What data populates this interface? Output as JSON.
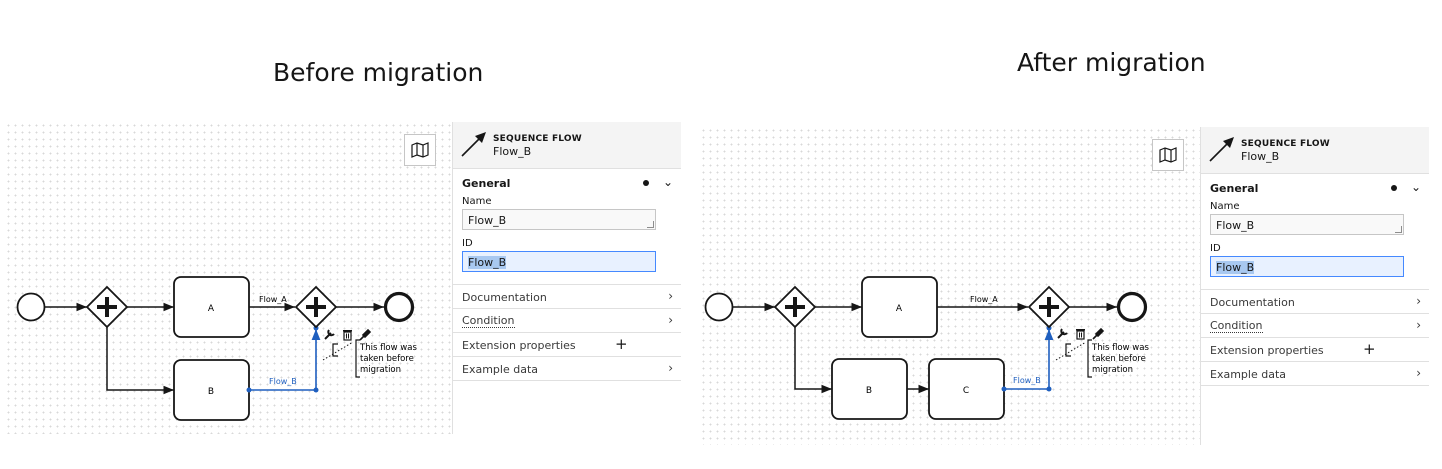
{
  "before": {
    "heading": "Before migration",
    "diagram": {
      "task_a": "A",
      "task_b": "B",
      "flow_a_label": "Flow_A",
      "flow_b_label": "Flow_B",
      "annotation": [
        "This flow was",
        "taken before",
        "migration"
      ]
    },
    "panel": {
      "type_label": "SEQUENCE FLOW",
      "element_name": "Flow_B",
      "general_title": "General",
      "name_label": "Name",
      "name_value": "Flow_B",
      "id_label": "ID",
      "id_value": "Flow_B",
      "documentation": "Documentation",
      "condition": "Condition",
      "extension_properties": "Extension properties",
      "example_data": "Example data"
    }
  },
  "after": {
    "heading": "After migration",
    "diagram": {
      "task_a": "A",
      "task_b": "B",
      "task_c": "C",
      "flow_a_label": "Flow_A",
      "flow_b_label": "Flow_B",
      "annotation": [
        "This flow was",
        "taken before",
        "migration"
      ]
    },
    "panel": {
      "type_label": "SEQUENCE FLOW",
      "element_name": "Flow_B",
      "general_title": "General",
      "name_label": "Name",
      "name_value": "Flow_B",
      "id_label": "ID",
      "id_value": "Flow_B",
      "documentation": "Documentation",
      "condition": "Condition",
      "extension_properties": "Extension properties",
      "example_data": "Example data"
    }
  },
  "icons": [
    "map-icon",
    "sequence-flow-icon",
    "wrench-icon",
    "trash-icon",
    "paint-icon",
    "chevron-down-icon",
    "chevron-right-icon",
    "plus-icon"
  ],
  "colors": {
    "selected_flow": "#1f5fbf",
    "id_highlight": "#e8f1ff",
    "panel_header": "#f4f4f4"
  }
}
